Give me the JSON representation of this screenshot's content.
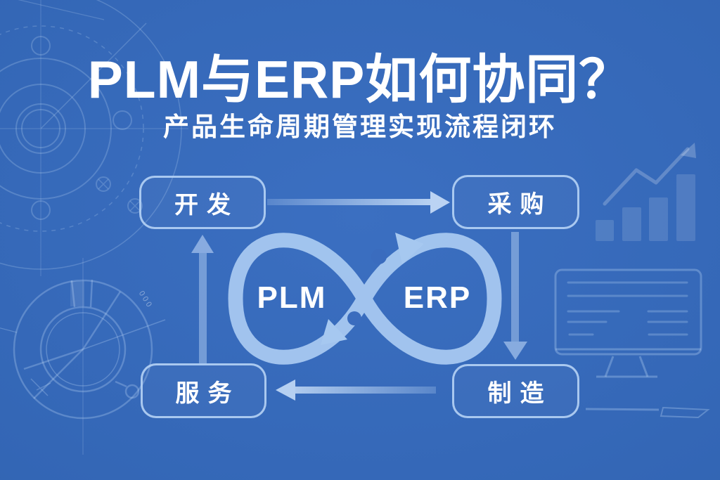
{
  "header": {
    "title": "PLM与ERP如何协同？",
    "subtitle": "产品生命周期管理实现流程闭环"
  },
  "loop": {
    "left_label": "PLM",
    "right_label": "ERP"
  },
  "nodes": [
    {
      "id": "develop",
      "label": "开发"
    },
    {
      "id": "procurement",
      "label": "采购"
    },
    {
      "id": "manufacturing",
      "label": "制造"
    },
    {
      "id": "service",
      "label": "服务"
    }
  ],
  "decor": {
    "dial_digits": "000",
    "icons": [
      "blueprint-flange-icon",
      "donut-dial-icon",
      "bar-chart-icon",
      "trend-arrow-icon",
      "monitor-icon",
      "infinity-loop-icon"
    ]
  },
  "colors": {
    "background": "#3366B5",
    "background_edge": "#2C59A5",
    "box_border": "#B6D3F5",
    "arrow": "#BFD8F7",
    "infinity_loop": "#A6C8F0",
    "text": "#FFFFFF"
  }
}
